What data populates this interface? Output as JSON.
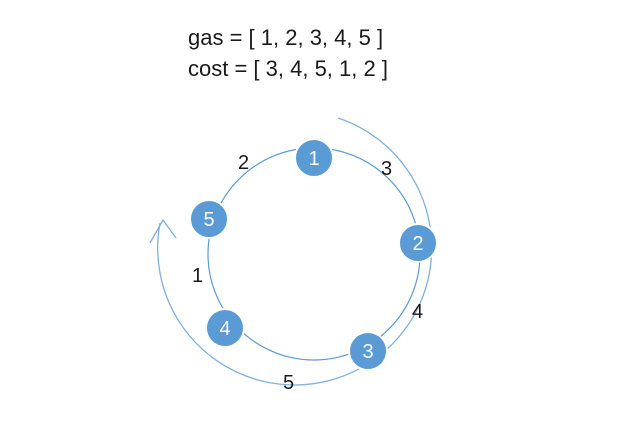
{
  "header": {
    "gas_line": "gas = [ 1, 2, 3, 4, 5 ]",
    "cost_line": "cost = [ 3, 4, 5, 1, 2 ]"
  },
  "nodes": [
    {
      "label": "1"
    },
    {
      "label": "2"
    },
    {
      "label": "3"
    },
    {
      "label": "4"
    },
    {
      "label": "5"
    }
  ],
  "edges": [
    {
      "from": "1",
      "to": "2",
      "label": "3"
    },
    {
      "from": "2",
      "to": "3",
      "label": "4"
    },
    {
      "from": "3",
      "to": "4",
      "label": "5"
    },
    {
      "from": "4",
      "to": "5",
      "label": "1"
    },
    {
      "from": "5",
      "to": "1",
      "label": "2"
    }
  ],
  "colors": {
    "node_fill": "#5b9bd5",
    "node_stroke": "#ffffff",
    "ring": "#5b9bd5",
    "arrow": "#7fb0dc",
    "text": "#1a1a1a"
  },
  "direction_arrow": {
    "icon": "clockwise-arrow-icon"
  }
}
